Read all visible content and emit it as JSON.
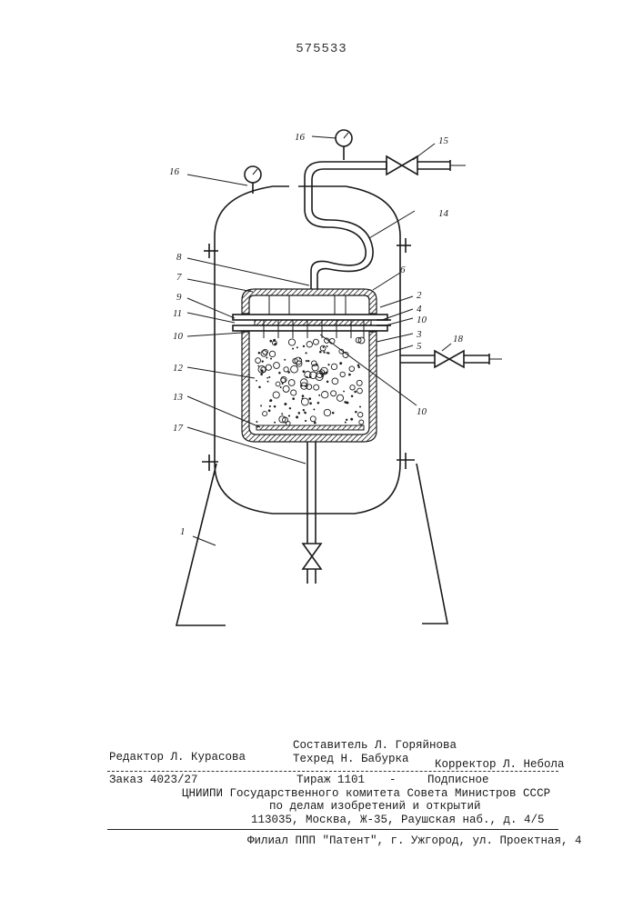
{
  "patent_number": "575533",
  "part_labels": {
    "base": "1",
    "shell": "2",
    "insulation": "3",
    "jacket_wall": "4",
    "annulus": "5",
    "lid": "6",
    "lid_plate": "7",
    "gas_pipe": "8",
    "flange": "9",
    "grid_a": "10",
    "grid_b": "10",
    "grid_c": "10",
    "seal": "11",
    "filler": "12",
    "bottom_grid": "13",
    "coil": "14",
    "valve_top": "15",
    "gauge_top": "16",
    "gauge_left": "16",
    "drain_pipe": "17",
    "valve_side": "18"
  },
  "footer": {
    "compiler": "Составитель Л. Горяйнова",
    "editor": "Редактор Л. Курасова",
    "techred": "Техред Н. Бабурка",
    "corrector": "Корректор Л. Небола",
    "order": "Заказ 4023/27",
    "circulation": "Тираж 1101",
    "dash": "-",
    "subscription": "Подписное",
    "institute": "ЦНИИПИ Государственного комитета Совета Министров СССР",
    "affairs": "по делам изобретений и открытий",
    "address": "113035, Москва, Ж-35, Раушская наб., д. 4/5",
    "branch": "Филиал ППП \"Патент\", г. Ужгород, ул. Проектная, 4"
  }
}
